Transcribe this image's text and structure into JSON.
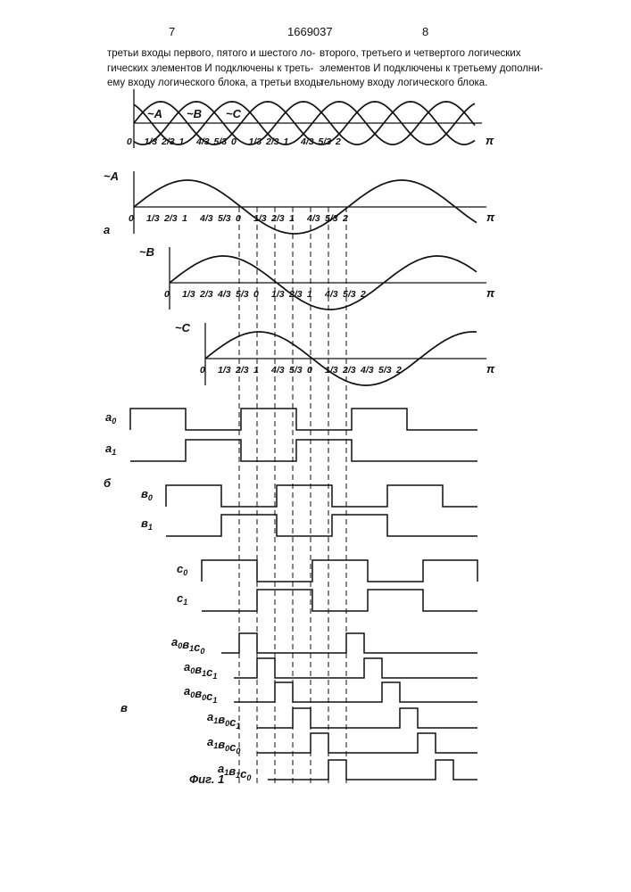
{
  "header": {
    "page_left": "7",
    "patent_number": "1669037",
    "page_right": "8"
  },
  "text": {
    "left_lines": [
      "третьи входы первого, пятого и шестого ло-",
      "гических элементов И подключены к треть-",
      "ему входу логического блока, а третьи входы"
    ],
    "right_lines": [
      "второго, третьего и четвертого логических",
      "элементов И подключены к третьему дополни-",
      "тельному входу логического блока."
    ]
  },
  "figure": {
    "caption": "Фиг. 1",
    "section_labels": {
      "a": "а",
      "b": "б",
      "c": "в"
    },
    "combined_labels": [
      "~A",
      "~B",
      "~C"
    ],
    "axis_end": "π",
    "combined_ticks": [
      "0",
      "1/3",
      "2/3",
      "1",
      "4/3",
      "5/3",
      "0",
      "1/3",
      "2/3",
      "1",
      "4/3",
      "5/3",
      "2"
    ],
    "plots": [
      {
        "label": "~A",
        "ticks": [
          "0",
          "1/3",
          "2/3",
          "1",
          "4/3",
          "5/3",
          "0",
          "1/3",
          "2/3",
          "1",
          "4/3",
          "5/3",
          "2"
        ]
      },
      {
        "label": "~B",
        "ticks": [
          "0",
          "1/3",
          "2/3",
          "4/3",
          "5/3",
          "0",
          "1/3",
          "2/3",
          "1",
          "4/3",
          "5/3",
          "2"
        ]
      },
      {
        "label": "~C",
        "ticks": [
          "0",
          "1/3",
          "2/3",
          "1",
          "4/3",
          "5/3",
          "0",
          "1/3",
          "2/3",
          "4/3",
          "5/3",
          "2"
        ]
      }
    ],
    "phase_signals": [
      {
        "label": "a0",
        "high": [
          [
            0,
            1
          ],
          [
            2,
            3
          ],
          [
            4,
            5
          ]
        ]
      },
      {
        "label": "a1",
        "high": [
          [
            1,
            2
          ],
          [
            3,
            4
          ]
        ]
      },
      {
        "label": "b0",
        "high": [
          [
            0,
            1
          ],
          [
            2,
            3
          ],
          [
            4,
            5
          ]
        ]
      },
      {
        "label": "b1",
        "high": [
          [
            1,
            2
          ],
          [
            3,
            4
          ]
        ]
      },
      {
        "label": "c0",
        "high": [
          [
            0,
            1
          ],
          [
            2,
            3
          ],
          [
            4,
            5
          ]
        ]
      },
      {
        "label": "c1",
        "high": [
          [
            1,
            2
          ],
          [
            3,
            4
          ]
        ]
      }
    ],
    "logic_signals": [
      {
        "label": "a0b1c0"
      },
      {
        "label": "a0b1c1"
      },
      {
        "label": "a0b0c1"
      },
      {
        "label": "a1b0c1"
      },
      {
        "label": "a1b0c0"
      },
      {
        "label": "a1b1c0"
      }
    ]
  }
}
